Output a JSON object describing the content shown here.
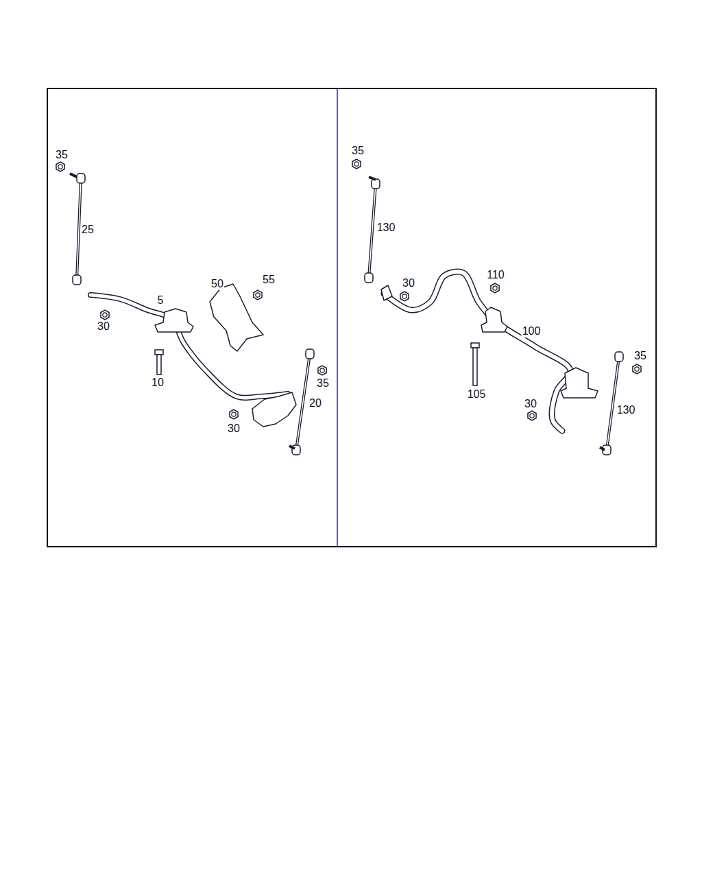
{
  "diagram": {
    "labels": [
      "35",
      "25",
      "50",
      "55",
      "5",
      "30",
      "10",
      "35",
      "20",
      "30",
      "35",
      "130",
      "30",
      "110",
      "100",
      "35",
      "105",
      "30",
      "130"
    ]
  }
}
